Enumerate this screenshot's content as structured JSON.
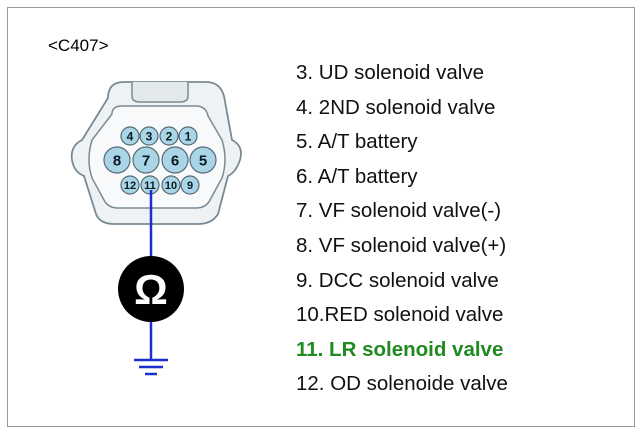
{
  "connector": {
    "label": "<C407>",
    "pins_top": [
      "4",
      "3",
      "2",
      "1"
    ],
    "pins_middle": [
      "8",
      "7",
      "6",
      "5"
    ],
    "pins_bottom": [
      "12",
      "11",
      "10",
      "9"
    ]
  },
  "meter": {
    "symbol": "Ω"
  },
  "pin_list": [
    {
      "text": "3. UD solenoid valve",
      "highlight": false
    },
    {
      "text": "4. 2ND solenoid valve",
      "highlight": false
    },
    {
      "text": "5. A/T battery",
      "highlight": false
    },
    {
      "text": "6. A/T battery",
      "highlight": false
    },
    {
      "text": "7. VF solenoid valve(-)",
      "highlight": false
    },
    {
      "text": "8. VF solenoid valve(+)",
      "highlight": false
    },
    {
      "text": "9. DCC solenoid valve",
      "highlight": false
    },
    {
      "text": "10.RED solenoid valve",
      "highlight": false
    },
    {
      "text": "11. LR solenoid valve",
      "highlight": true
    },
    {
      "text": "12. OD solenoide valve",
      "highlight": false
    }
  ],
  "colors": {
    "pin_fill": "#a9d5e6",
    "wire": "#1a2fd0",
    "highlight_text": "#1f8a1f",
    "ground": "#1a2fd0"
  }
}
